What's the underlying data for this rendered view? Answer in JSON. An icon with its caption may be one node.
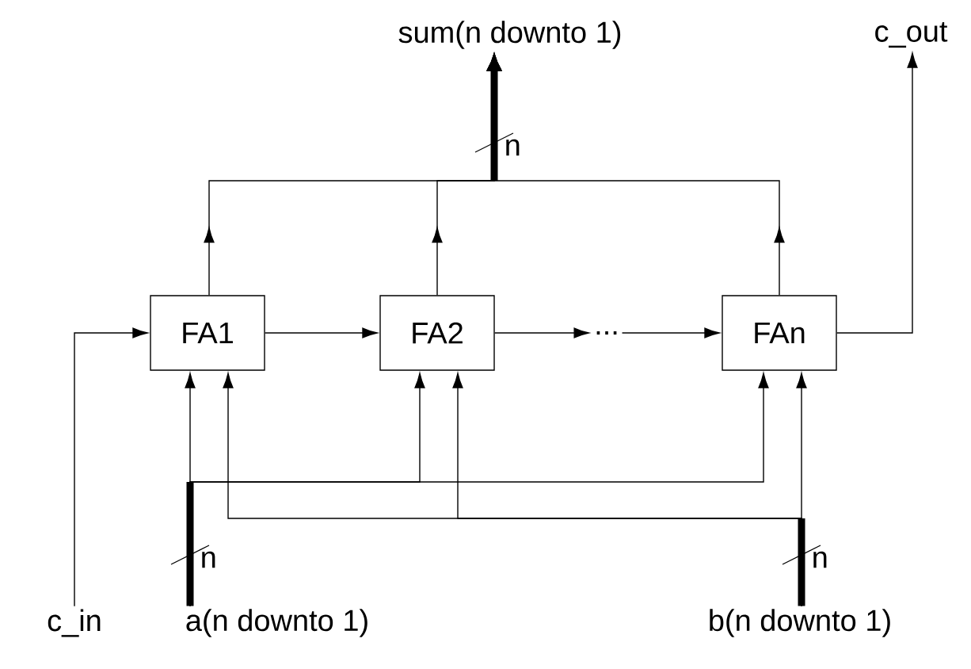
{
  "diagram": {
    "nodes": [
      {
        "text": [
          "FA1"
        ]
      },
      {
        "text": [
          "FA2"
        ]
      },
      {
        "text": [
          "..."
        ]
      },
      {
        "text": [
          "FAn"
        ]
      },
      {
        "text": [
          "sum(n downto 1)"
        ]
      },
      {
        "text": [
          "c_out"
        ]
      },
      {
        "text": [
          "c_in"
        ]
      },
      {
        "text": [
          "a(n downto 1)"
        ]
      },
      {
        "text": [
          "b(n downto 1)"
        ]
      }
    ],
    "edges": [
      {
        "from": 6,
        "to": 0,
        "arrow": "to"
      },
      {
        "from": 0,
        "to": 1,
        "arrow": "to"
      },
      {
        "from": 1,
        "to": 2,
        "arrow": "to"
      },
      {
        "from": 2,
        "to": 3,
        "arrow": "to"
      },
      {
        "from": 3,
        "to": 5,
        "arrow": "to"
      },
      {
        "from": 0,
        "to": 4,
        "arrow": "to"
      },
      {
        "from": 1,
        "to": 4,
        "arrow": "to"
      },
      {
        "from": 3,
        "to": 4,
        "arrow": "to"
      },
      {
        "from": 7,
        "to": 0,
        "arrow": "to"
      },
      {
        "from": 7,
        "to": 1,
        "arrow": "to"
      },
      {
        "from": 7,
        "to": 3,
        "arrow": "to"
      },
      {
        "from": 8,
        "to": 0,
        "arrow": "to"
      },
      {
        "from": 8,
        "to": 1,
        "arrow": "to"
      },
      {
        "from": 8,
        "to": 3,
        "arrow": "to"
      }
    ],
    "labels": [
      "n",
      "n",
      "n"
    ]
  }
}
